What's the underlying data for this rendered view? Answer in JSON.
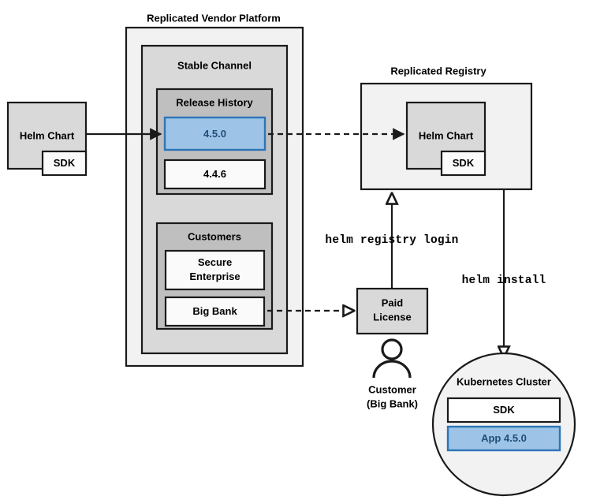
{
  "diagram": {
    "title_platform": "Replicated Vendor Platform",
    "title_registry": "Replicated Registry",
    "palette": {
      "outer_gray": "#F2F2F2",
      "channel_gray": "#D9D9D9",
      "group_gray": "#BFBFBF",
      "box_gray": "#D9D9D9",
      "box_white": "#FAFAFA",
      "highlight_blue": "#9DC3E6",
      "highlight_border": "#2E75B6",
      "highlight_text": "#1F4E79",
      "stroke": "#1A1A1A"
    },
    "source_chart": {
      "label": "Helm Chart",
      "sdk_label": "SDK"
    },
    "platform": {
      "channel": {
        "label": "Stable Channel",
        "release_history": {
          "label": "Release History",
          "releases": [
            {
              "version": "4.5.0",
              "highlighted": true
            },
            {
              "version": "4.4.6",
              "highlighted": false
            }
          ]
        },
        "customers": {
          "label": "Customers",
          "entries": [
            {
              "name": "Secure Enterprise"
            },
            {
              "name": "Big Bank"
            }
          ]
        }
      }
    },
    "registry": {
      "chart": {
        "label": "Helm Chart",
        "sdk_label": "SDK"
      }
    },
    "license": {
      "label_line1": "Paid",
      "label_line2": "License"
    },
    "customer_actor": {
      "label_line1": "Customer",
      "label_line2": "(Big Bank)"
    },
    "cluster": {
      "label": "Kubernetes Cluster",
      "components": [
        {
          "name": "SDK",
          "highlighted": false
        },
        {
          "name": "App 4.5.0",
          "highlighted": true
        }
      ]
    },
    "commands": {
      "registry_login": "helm registry login",
      "install": "helm install"
    }
  }
}
